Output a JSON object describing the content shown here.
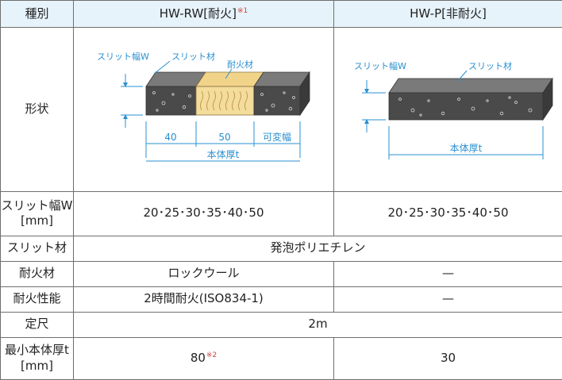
{
  "colors": {
    "header_bg": "#e6f3fa",
    "border": "#6f6f6f",
    "accent_blue": "#2a8fd0",
    "note_red": "#d04040",
    "block_gray": "#4a4a4a",
    "wool_yellow": "#f4dc9c"
  },
  "header": {
    "col0": "種別",
    "col1": "HW-RW[耐火]",
    "col1_note": "※1",
    "col2": "HW-P[非耐火]"
  },
  "shape": {
    "label": "形状",
    "rw": {
      "slit_width": "スリット幅W",
      "slit_material": "スリット材",
      "fire_material": "耐火材",
      "dim_a": "40",
      "dim_b": "50",
      "dim_c": "可変幅",
      "thickness": "本体厚t"
    },
    "p": {
      "slit_width": "スリット幅W",
      "slit_material": "スリット材",
      "thickness": "本体厚t"
    }
  },
  "rows": {
    "slit_width": {
      "label1": "スリット幅W",
      "label2": "[mm]",
      "rw": "20･25･30･35･40･50",
      "p": "20･25･30･35･40･50"
    },
    "slit_material": {
      "label": "スリット材",
      "value": "発泡ポリエチレン"
    },
    "fire_material": {
      "label": "耐火材",
      "rw": "ロックウール",
      "p": "—"
    },
    "fire_performance": {
      "label": "耐火性能",
      "rw": "2時間耐火(ISO834-1)",
      "p": "—"
    },
    "length": {
      "label": "定尺",
      "value": "2m"
    },
    "min_thickness": {
      "label1": "最小本体厚t",
      "label2": "[mm]",
      "rw": "80",
      "rw_note": "※2",
      "p": "30"
    }
  }
}
